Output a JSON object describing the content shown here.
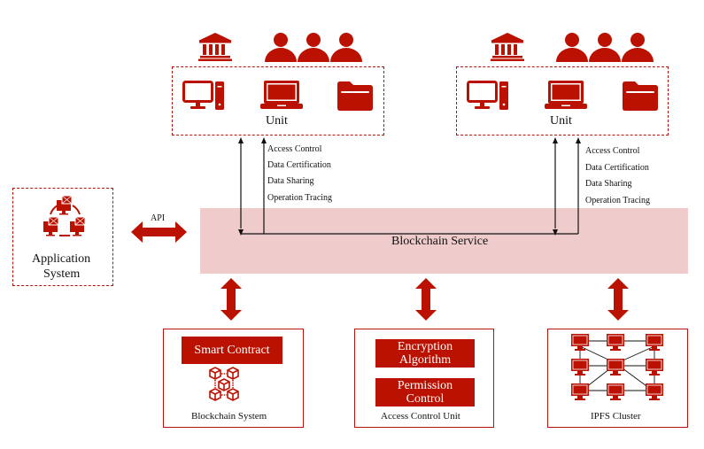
{
  "colors": {
    "accent": "#bb1100",
    "band": "#f0cbcb",
    "line": "#111111"
  },
  "units": [
    {
      "label": "Unit",
      "top_icons": [
        "bank-icon",
        "people-group-icon"
      ],
      "device_icons": [
        "desktop-icon",
        "laptop-icon",
        "folder-icon"
      ],
      "functions": [
        "Access Control",
        "Data Certification",
        "Data Sharing",
        "Operation Tracing"
      ]
    },
    {
      "label": "Unit",
      "top_icons": [
        "bank-icon",
        "people-group-icon"
      ],
      "device_icons": [
        "desktop-icon",
        "laptop-icon",
        "folder-icon"
      ],
      "functions": [
        "Access Control",
        "Data Certification",
        "Data Sharing",
        "Operation Tracing"
      ]
    }
  ],
  "application_system": {
    "label_line1": "Application",
    "label_line2": "System",
    "icon": "network-computers-icon"
  },
  "api_label": "API",
  "blockchain_service": {
    "label": "Blockchain Service"
  },
  "bottom": {
    "blockchain_system": {
      "button": "Smart Contract",
      "label": "Blockchain System",
      "icon": "blockchain-cubes-icon"
    },
    "access_control_unit": {
      "box1_line1": "Encryption",
      "box1_line2": "Algorithm",
      "box2_line1": "Permission",
      "box2_line2": "Control",
      "label": "Access Control Unit"
    },
    "ipfs_cluster": {
      "label": "IPFS Cluster",
      "icon": "ipfs-network-icon"
    }
  }
}
